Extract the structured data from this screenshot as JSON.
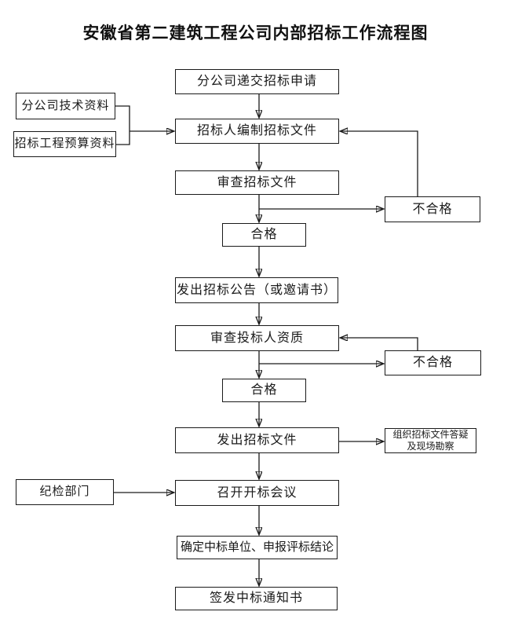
{
  "title": "安徽省第二建筑工程公司内部招标工作流程图",
  "nodes": {
    "submit_application": "分公司递交招标申请",
    "tech_data": "分公司技术资料",
    "budget_data": "招标工程预算资料",
    "prepare_documents": "招标人编制招标文件",
    "review_documents": "审查招标文件",
    "unqualified_1": "不合格",
    "qualified_1": "合格",
    "announce": "发出招标公告（或邀请书）",
    "review_bidders": "审查投标人资质",
    "unqualified_2": "不合格",
    "qualified_2": "合格",
    "issue_documents": "发出招标文件",
    "qa_site_line1": "组织招标文件答疑",
    "qa_site_line2": "及现场勘察",
    "discipline_dept": "纪检部门",
    "bid_opening": "召开开标会议",
    "determine_winner": "确定中标单位、申报评标结论",
    "issue_notice": "签发中标通知书"
  },
  "colors": {
    "ink": "#1a1a1a",
    "background": "#ffffff"
  }
}
